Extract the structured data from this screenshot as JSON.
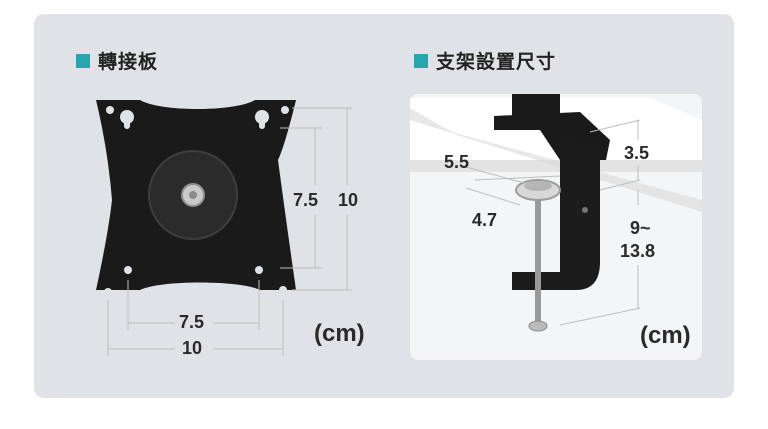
{
  "left_section": {
    "title": "轉接板",
    "dimensions": {
      "hole_spacing_vertical": "7.5",
      "overall_vertical": "10",
      "hole_spacing_horizontal": "7.5",
      "overall_horizontal": "10"
    },
    "unit": "(cm)"
  },
  "right_section": {
    "title": "支架設置尺寸",
    "dimensions": {
      "clamp_top_depth": "5.5",
      "pad_diameter": "4.7",
      "arm_height": "3.5",
      "clamp_range_top": "9~",
      "clamp_range_bottom": "13.8"
    },
    "unit": "(cm)"
  },
  "colors": {
    "accent": "#26a7b0",
    "panel_background": "#dfe3e8",
    "metal": "#1a1a1a",
    "dimension_line": "#bdbdbd"
  }
}
